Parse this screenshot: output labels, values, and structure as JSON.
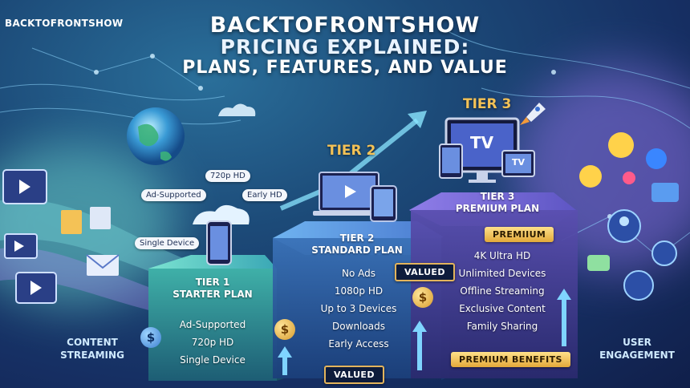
{
  "brand": "BACKTOFRONTSHOW",
  "title": {
    "line1": "BACKTOFRONTSHOW",
    "line2": "PRICING EXPLAINED:",
    "line3": "PLANS, FEATURES, AND VALUE"
  },
  "left_label": "CONTENT\nSTREAMING",
  "right_label": "USER\nENGAGEMENT",
  "tiers": [
    {
      "heading": "",
      "plan_line1": "TIER 1",
      "plan_line2": "STARTER PLAN",
      "features": [
        "Ad-Supported",
        "720p HD",
        "Single Device"
      ],
      "bubbles": [
        "720p HD",
        "Ad-Supported",
        "Early HD",
        "Single Device"
      ]
    },
    {
      "heading": "TIER 2",
      "plan_line1": "TIER 2",
      "plan_line2": "STANDARD PLAN",
      "features": [
        "No Ads",
        "1080p HD",
        "Up to 3 Devices",
        "Downloads",
        "Early Access"
      ],
      "badge": "VALUED",
      "bottom_badge": "VALUED"
    },
    {
      "heading": "TIER 3",
      "plan_line1": "TIER 3",
      "plan_line2": "PREMIUM PLAN",
      "features": [
        "4K Ultra HD",
        "Unlimited Devices",
        "Offline Streaming",
        "Exclusive Content",
        "Family Sharing"
      ],
      "badge": "PREMIIUM",
      "bottom_badge": "PREMIUM BENEFITS",
      "tv_text": "TV",
      "tv_small": "TV"
    }
  ],
  "coin_symbol": "$",
  "colors": {
    "accent_gold": "#f4c256",
    "panel_teal": "#2f8f9f",
    "panel_violet": "#5a4fb0"
  }
}
